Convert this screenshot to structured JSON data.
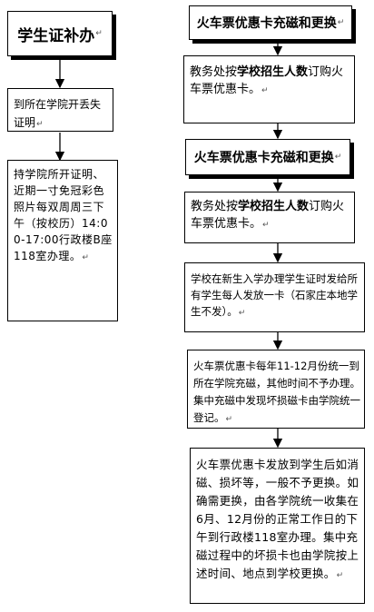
{
  "left": {
    "header": "学生证补办",
    "step1": "到所在学院开丢失证明",
    "step2": "持学院所开证明、近期一寸免冠彩色照片每双周周三下午（按校历）14:00-17:00行政楼B座118室办理。"
  },
  "right": {
    "header1": "火车票优惠卡充磁和更换",
    "box1": {
      "pre": "教务处按",
      "bold": "学校招生人数",
      "post": "订购火车票优惠卡。"
    },
    "header2": "火车票优惠卡充磁和更换",
    "box2": {
      "pre": "教务处按",
      "bold": "学校招生人数",
      "post": "订购火车票优惠卡。"
    },
    "box3": "学校在新生入学办理学生证时发给所有学生每人发放一卡（石家庄本地学生不发）。",
    "box4": "火车票优惠卡每年11-12月份统一到所在学院充磁，其他时间不予办理。集中充磁中发现坏损磁卡由学院统一登记。",
    "box5": "火车票优惠卡发放到学生后如消磁、损坏等，一般不予更换。如确需更换，由各学院统一收集在6月、12月份的正常工作日的下午到行政楼118室办理。集中充磁过程中的坏损卡也由学院按上述时间、地点到学校更换。"
  },
  "paragraph_mark": "↵"
}
